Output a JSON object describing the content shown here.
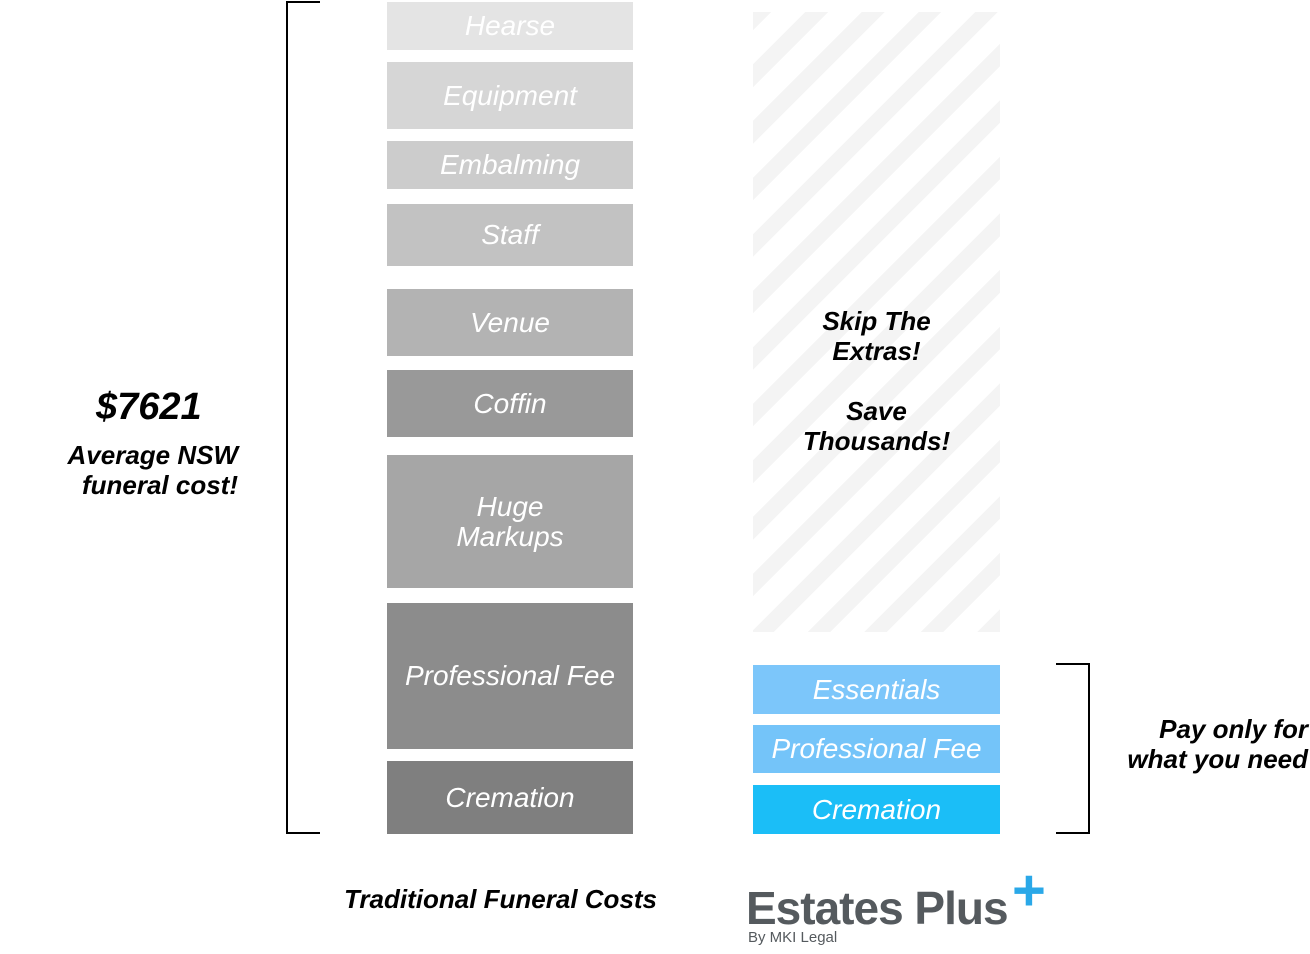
{
  "chart_data": {
    "type": "bar",
    "stacks": [
      {
        "name": "Traditional Funeral Costs",
        "total_label": "$7621",
        "total_caption": "Average  NSW\nfuneral cost!",
        "segments": [
          {
            "label": "Cremation",
            "color": "#7f7f7f"
          },
          {
            "label": "Professional Fee",
            "color": "#8c8c8c"
          },
          {
            "label": "Huge\nMarkups",
            "color": "#a6a6a6"
          },
          {
            "label": "Coffin",
            "color": "#999999"
          },
          {
            "label": "Venue",
            "color": "#b3b3b3"
          },
          {
            "label": "Staff",
            "color": "#c2c2c2"
          },
          {
            "label": "Embalming",
            "color": "#cccccc"
          },
          {
            "label": "Equipment",
            "color": "#d6d6d6"
          },
          {
            "label": "Hearse",
            "color": "#e4e4e4"
          }
        ]
      },
      {
        "name": "Estates Plus",
        "caption": "Pay only for\nwhat you need",
        "segments": [
          {
            "label": "Cremation",
            "color": "#1bbef7"
          },
          {
            "label": "Professional Fee",
            "color": "#74c4f9"
          },
          {
            "label": "Essentials",
            "color": "#7cc6fa"
          }
        ]
      }
    ],
    "annotation": "Skip The\nExtras!\n\nSave\nThousands!"
  },
  "logo": {
    "name": "Estates Plus",
    "plus": "+",
    "tagline": "By MKI Legal",
    "accent_color": "#2aa8e8",
    "text_color": "#555a5e"
  }
}
